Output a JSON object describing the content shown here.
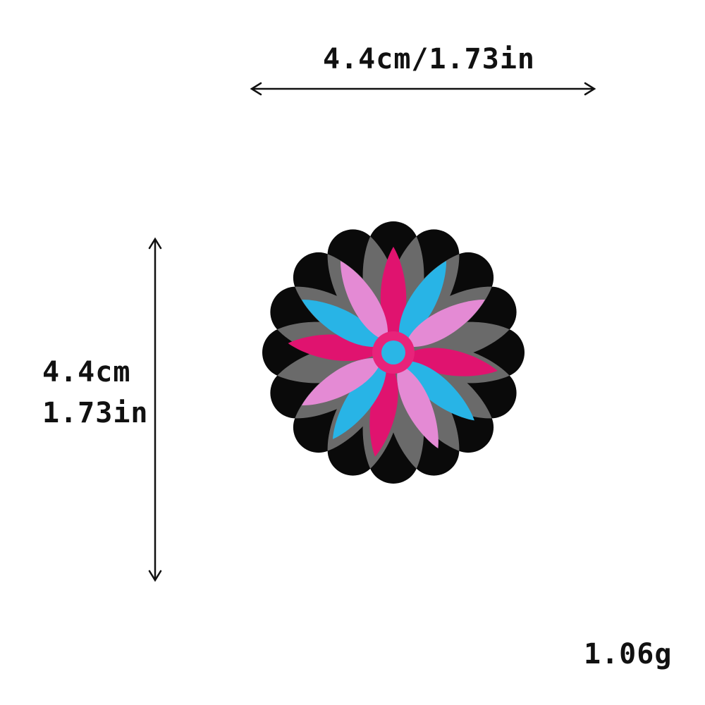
{
  "dimensions": {
    "width_label": "4.4cm/1.73in",
    "height_cm": "4.4cm",
    "height_in": "1.73in"
  },
  "weight": "1.06g",
  "patch": {
    "type": "embroidered flower patch",
    "colors": {
      "border": "#0a0a0a",
      "background_petals": "#6a6a6a",
      "magenta": "#e0136f",
      "light_pink": "#e48ad4",
      "cyan": "#28b4e6",
      "center_ring": "#e8237a",
      "center_dot": "#2ab6e6"
    }
  }
}
